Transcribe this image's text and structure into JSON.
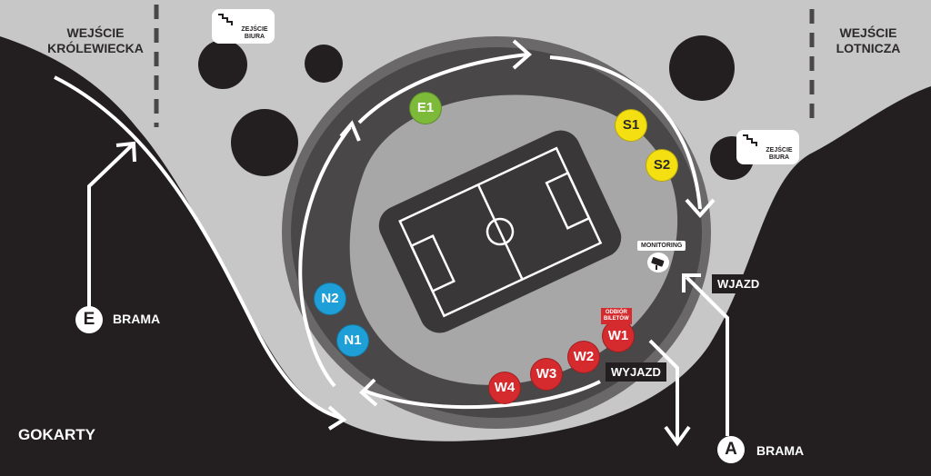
{
  "labels": {
    "entry_krolewiecka": "WEJŚCIE\nKRÓLEWIECKA",
    "entry_lotnicza": "WEJŚCIE\nLOTNICZA",
    "office_stairs_1": "ZEJŚCIE\nBIURA",
    "office_stairs_2": "ZEJŚCIE\nBIURA",
    "gate_e_letter": "E",
    "gate_e_label": "BRAMA",
    "gate_a_letter": "A",
    "gate_a_label": "BRAMA",
    "gokarty": "GOKARTY",
    "wjazd": "WJAZD",
    "wyjazd": "WYJAZD",
    "monitoring": "MONITORING",
    "odbior_biletow": "ODBIÓR\nBILETÓW"
  },
  "zones": [
    {
      "id": "E1",
      "color": "green"
    },
    {
      "id": "S1",
      "color": "yellow"
    },
    {
      "id": "S2",
      "color": "yellow"
    },
    {
      "id": "N2",
      "color": "blue"
    },
    {
      "id": "N1",
      "color": "blue"
    },
    {
      "id": "W1",
      "color": "red"
    },
    {
      "id": "W2",
      "color": "red"
    },
    {
      "id": "W3",
      "color": "red"
    },
    {
      "id": "W4",
      "color": "red"
    }
  ],
  "colors": {
    "background": "#231f20",
    "plaza": "#c7c7c7",
    "ring_dark": "#4a4748",
    "stadium_inner": "#a7a7a7",
    "pitch": "#3a3738",
    "zone_green": "#7dba3a",
    "zone_yellow": "#f3df12",
    "zone_blue": "#1f9fd8",
    "zone_red": "#d52a2e"
  }
}
